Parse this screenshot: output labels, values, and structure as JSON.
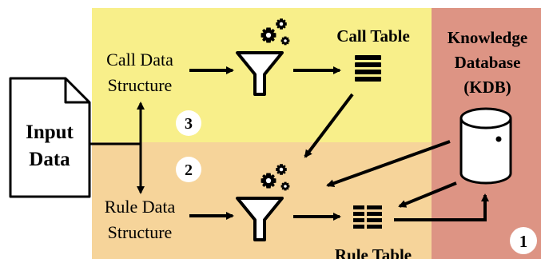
{
  "input_data": {
    "line1": "Input",
    "line2": "Data"
  },
  "call_structure": {
    "line1": "Call Data",
    "line2": "Structure"
  },
  "rule_structure": {
    "line1": "Rule Data",
    "line2": "Structure"
  },
  "call_table": {
    "label": "Call Table"
  },
  "rule_table": {
    "label": "Rule Table"
  },
  "kdb": {
    "line1": "Knowledge",
    "line2": "Database",
    "line3": "(KDB)"
  },
  "badges": {
    "one": "1",
    "two": "2",
    "three": "3"
  },
  "icons": {
    "input": "document-icon",
    "filter": "funnel-icon",
    "gear": "gear-icon",
    "table": "table-list-icon",
    "database": "database-cylinder-icon"
  },
  "colors": {
    "call_region": "#f8ef8a",
    "rule_region": "#f6d49a",
    "kdb_region": "#dd9484",
    "ink": "#000000"
  }
}
